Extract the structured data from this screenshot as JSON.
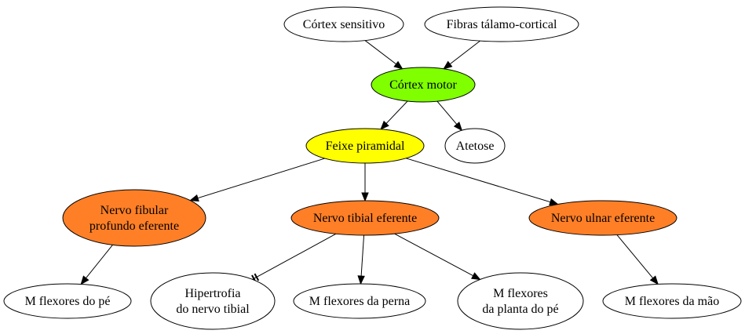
{
  "nodes": [
    {
      "id": "cortex_sensitivo",
      "lines": [
        "Córtex sensitivo"
      ],
      "fill": "#ffffff"
    },
    {
      "id": "fibras",
      "lines": [
        "Fibras tálamo-cortical"
      ],
      "fill": "#ffffff"
    },
    {
      "id": "cortex_motor",
      "lines": [
        "Córtex motor"
      ],
      "fill": "#7fff00"
    },
    {
      "id": "feixe",
      "lines": [
        "Feixe piramidal"
      ],
      "fill": "#ffff00"
    },
    {
      "id": "atetose",
      "lines": [
        "Atetose"
      ],
      "fill": "#ffffff"
    },
    {
      "id": "fibular",
      "lines": [
        "Nervo fibular",
        "profundo eferente"
      ],
      "fill": "#ff7f27"
    },
    {
      "id": "tibial",
      "lines": [
        "Nervo tibial eferente"
      ],
      "fill": "#ff7f27"
    },
    {
      "id": "ulnar",
      "lines": [
        "Nervo ulnar eferente"
      ],
      "fill": "#ff7f27"
    },
    {
      "id": "pe",
      "lines": [
        "M flexores do pé"
      ],
      "fill": "#ffffff"
    },
    {
      "id": "hipertrofia",
      "lines": [
        "Hipertrofia",
        "do nervo tibial"
      ],
      "fill": "#ffffff"
    },
    {
      "id": "perna",
      "lines": [
        "M flexores da perna"
      ],
      "fill": "#ffffff"
    },
    {
      "id": "planta",
      "lines": [
        "M flexores",
        "da planta do pé"
      ],
      "fill": "#ffffff"
    },
    {
      "id": "mao",
      "lines": [
        "M flexores da mão"
      ],
      "fill": "#ffffff"
    }
  ],
  "edges": [
    {
      "from": "cortex_sensitivo",
      "to": "cortex_motor",
      "head": "arrow"
    },
    {
      "from": "fibras",
      "to": "cortex_motor",
      "head": "arrow"
    },
    {
      "from": "cortex_motor",
      "to": "feixe",
      "head": "arrow"
    },
    {
      "from": "cortex_motor",
      "to": "atetose",
      "head": "arrow"
    },
    {
      "from": "feixe",
      "to": "fibular",
      "head": "arrow"
    },
    {
      "from": "feixe",
      "to": "tibial",
      "head": "arrow"
    },
    {
      "from": "feixe",
      "to": "ulnar",
      "head": "arrow"
    },
    {
      "from": "fibular",
      "to": "pe",
      "head": "arrow"
    },
    {
      "from": "tibial",
      "to": "hipertrofia",
      "head": "tee"
    },
    {
      "from": "tibial",
      "to": "perna",
      "head": "arrow"
    },
    {
      "from": "tibial",
      "to": "planta",
      "head": "arrow"
    },
    {
      "from": "ulnar",
      "to": "mao",
      "head": "arrow"
    }
  ]
}
